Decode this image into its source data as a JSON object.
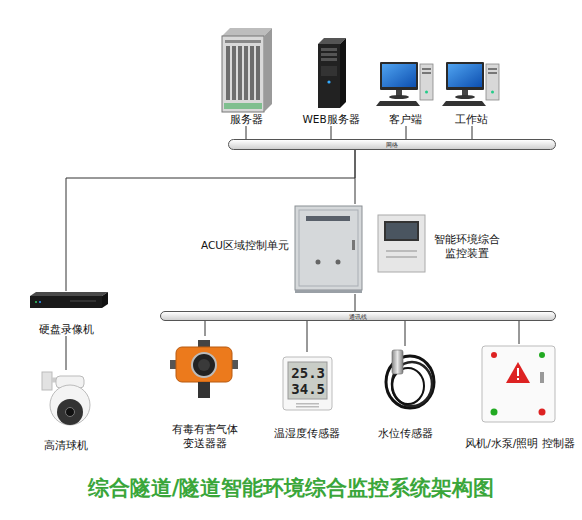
{
  "diagram": {
    "title": "综合隧道/隧道智能环境综合监控系统架构图",
    "nodes": [
      {
        "text": [
          "服务器"
        ]
      },
      {
        "text": [
          "WEB服务器"
        ]
      },
      {
        "text": [
          "客户端"
        ]
      },
      {
        "text": [
          "工作站"
        ]
      },
      {
        "text": [
          "网络"
        ]
      },
      {
        "text": [
          "ACU区域控制单元"
        ]
      },
      {
        "text": [
          "智能环境综合 监控装置"
        ]
      },
      {
        "text": [
          "硬盘录像机"
        ]
      },
      {
        "text": [
          "高清球机"
        ]
      },
      {
        "text": [
          "通讯线"
        ]
      },
      {
        "text": [
          "有毒有害气体 变送器器"
        ]
      },
      {
        "text": [
          "温湿度传感器"
        ]
      },
      {
        "text": [
          "水位传感器"
        ]
      },
      {
        "text": [
          "风机/水泵/照明 控制器"
        ]
      }
    ],
    "edges": [
      {
        "from": 0,
        "to": 4,
        "arrow": "none"
      },
      {
        "from": 1,
        "to": 4,
        "arrow": "none"
      },
      {
        "from": 2,
        "to": 4,
        "arrow": "none"
      },
      {
        "from": 3,
        "to": 4,
        "arrow": "none"
      },
      {
        "from": 4,
        "to": 7,
        "arrow": "none"
      },
      {
        "from": 4,
        "to": 5,
        "arrow": "none"
      },
      {
        "from": 5,
        "to": 9,
        "arrow": "none"
      },
      {
        "from": 7,
        "to": 8,
        "arrow": "none"
      },
      {
        "from": 9,
        "to": 10,
        "arrow": "none"
      },
      {
        "from": 9,
        "to": 11,
        "arrow": "none"
      },
      {
        "from": 9,
        "to": 12,
        "arrow": "none"
      },
      {
        "from": 9,
        "to": 13,
        "arrow": "none"
      }
    ],
    "labels": [
      "25.3",
      "34.5"
    ]
  }
}
